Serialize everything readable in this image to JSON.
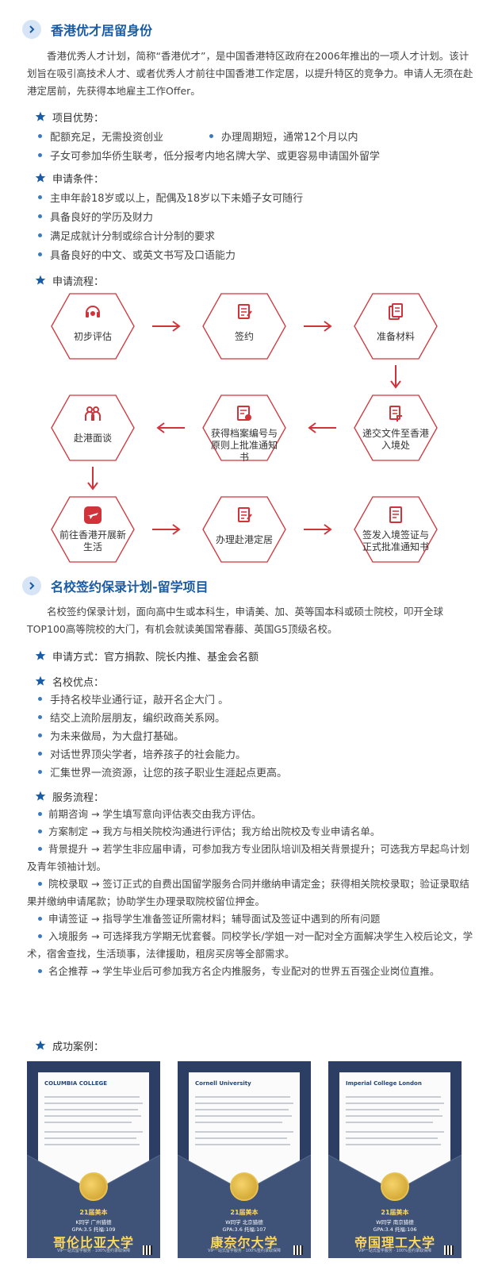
{
  "section1": {
    "title": "香港优才居留身份",
    "intro": "香港优秀人才计划，简称“香港优才”，是中国香港特区政府在2006年推出的一项人才计划。该计划旨在吸引高技术人才、或者优秀人才前往中国香港工作定居，以提升特区的竞争力。申请人无须在赴港定居前，先获得本地雇主工作Offer。",
    "advantages_heading": "项目优势：",
    "advantages": [
      "配额充足，无需投资创业",
      "办理周期短，通常12个月以内",
      "子女可参加华侨生联考，低分报考内地名牌大学、或更容易申请国外留学"
    ],
    "conditions_heading": "申请条件：",
    "conditions": [
      "主申年龄18岁或以上，配偶及18岁以下未婚子女可随行",
      "具备良好的学历及财力",
      "满足成就计分制或综合计分制的要求",
      "具备良好的中文、或英文书写及口语能力"
    ],
    "process_heading": "申请流程：",
    "process": [
      {
        "label": "初步评估",
        "icon": "headset-icon"
      },
      {
        "label": "签约",
        "icon": "contract-icon"
      },
      {
        "label": "准备材料",
        "icon": "documents-icon"
      },
      {
        "label": "递交文件至香港入境处",
        "icon": "submit-document-icon"
      },
      {
        "label": "获得档案编号与原则上批准通知书",
        "icon": "approval-notice-icon"
      },
      {
        "label": "赴港面谈",
        "icon": "interview-icon"
      },
      {
        "label": "前往香港开展新生活",
        "icon": "airplane-icon"
      },
      {
        "label": "办理赴港定居",
        "icon": "settle-icon"
      },
      {
        "label": "签发入境签证与正式批准通知书",
        "icon": "visa-icon"
      }
    ]
  },
  "section2": {
    "title": "名校签约保录计划-留学项目",
    "intro": "名校签约保录计划，面向高中生或本科生，申请美、加、英等国本科或硕士院校，叩开全球TOP100高等院校的大门，有机会就读美国常春藤、英国G5顶级名校。",
    "method": "申请方式：官方捐款、院长内推、基金会名额",
    "benefits_heading": "名校优点：",
    "benefits": [
      "手持名校毕业通行证，敲开名企大门 。",
      "结交上流阶层朋友，编织政商关系网。",
      "为未来做局，为大盘打基础。",
      "对话世界顶尖学者，培养孩子的社会能力。",
      "汇集世界一流资源，让您的孩子职业生涯起点更高。"
    ],
    "service_heading": "服务流程：",
    "services": [
      "前期咨询 → 学生填写意向评估表交由我方评估。",
      "方案制定 → 我方与相关院校沟通进行评估；我方给出院校及专业申请名单。",
      "背景提升 → 若学生非应届申请，可参加我方专业团队培训及相关背景提升；可选我方早起鸟计划及青年领袖计划。",
      "院校录取 → 签订正式的自费出国留学服务合同并缴纳申请定金；获得相关院校录取；验证录取结果并缴纳申请尾款；协助学生办理录取院校留位押金。",
      "申请签证 → 指导学生准备签证所需材料；辅导面试及签证中遇到的所有问题",
      "入境服务 → 可选择我方学期无忧套餐。同校学长/学姐一对一配对全方面解决学生入校后论文，学术，宿舍查找，生活琐事，法律援助，租房买房等全部需求。",
      "名企推荐 → 学生毕业后可参加我方名企内推服务，专业配对的世界五百强企业岗位直推。"
    ],
    "cases_heading": "成功案例：",
    "cases": [
      {
        "letterhead": "COLUMBIA COLLEGE",
        "badge": "21届美本",
        "school_line": "K同学 广州猎德",
        "score_line": "GPA:3.5 托福:109",
        "name": "哥伦比亚大学",
        "footer": "VIP一站式留学服务 · 100%签约录取保障"
      },
      {
        "letterhead": "Cornell University",
        "badge": "21届美本",
        "school_line": "W同学 北京猎德",
        "score_line": "GPA:3.6 托福:107",
        "name": "康奈尔大学",
        "footer": "VIP一站式留学服务 · 100%签约录取保障"
      },
      {
        "letterhead": "Imperial College London",
        "badge": "21届美本",
        "school_line": "W同学 南京猎德",
        "score_line": "GPA:3.4 托福:106",
        "name": "帝国理工大学",
        "footer": "VIP一站式留学服务 · 100%签约录取保障"
      }
    ]
  },
  "colors": {
    "accent": "#1a5ba6",
    "flow_red": "#d0343a",
    "bullet": "#3a78c2",
    "case_bg": "#2c3e63"
  }
}
